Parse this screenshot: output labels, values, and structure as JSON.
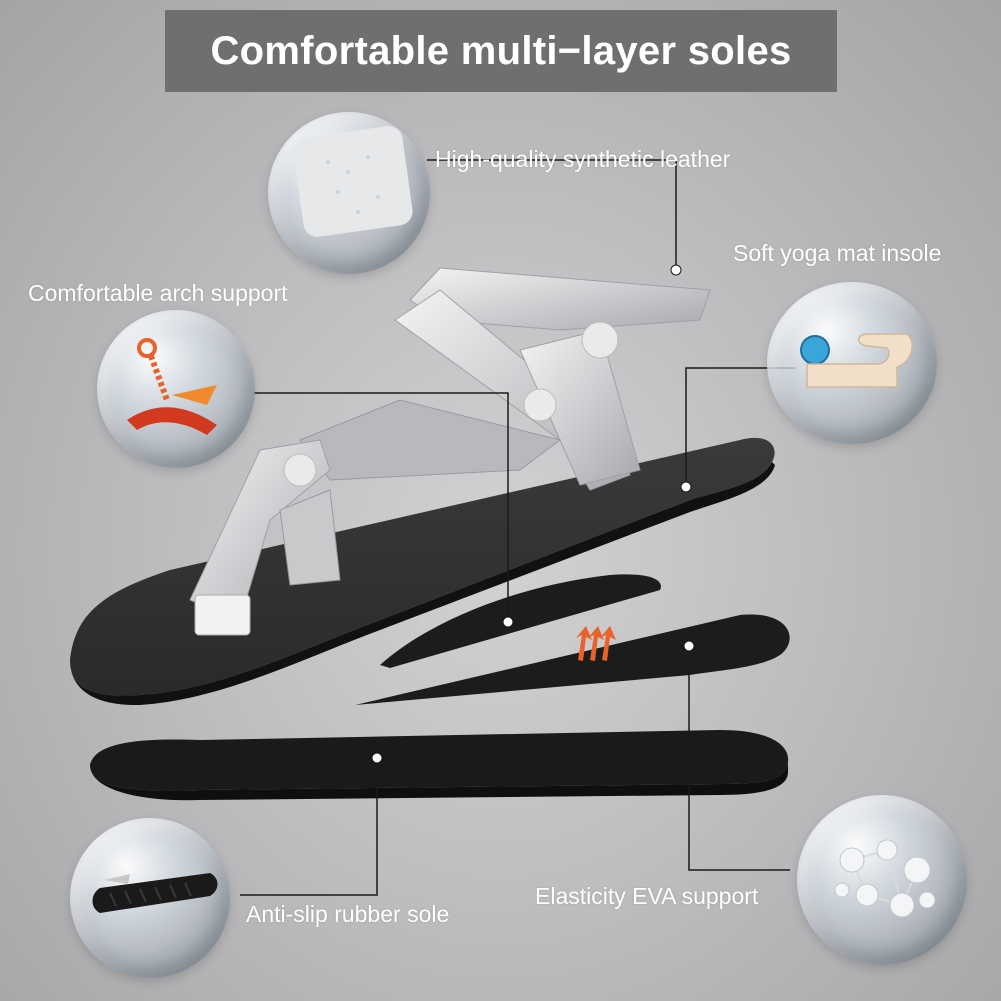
{
  "title": "Comfortable multi−layer soles",
  "labels": {
    "leather": "High-quality synthetic leather",
    "insole": "Soft yoga mat insole",
    "arch": "Comfortable arch support",
    "rubber": "Anti-slip rubber sole",
    "eva": "Elasticity EVA support"
  },
  "icons": {
    "leather": "leather-texture-icon",
    "insole": "yoga-mat-icon",
    "arch": "arch-support-icon",
    "rubber": "rubber-sole-icon",
    "eva": "molecule-icon"
  },
  "colors": {
    "title_bg": "#6f6f70",
    "sole": "#1a1a1a",
    "strap": "#d9d9db",
    "accent_orange": "#e8622b"
  }
}
